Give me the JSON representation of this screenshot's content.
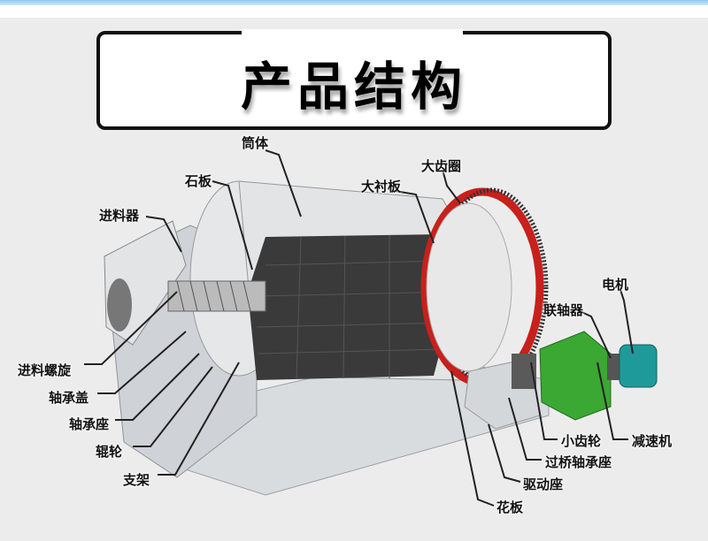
{
  "title": "产品结构",
  "labels": {
    "tongti": "筒体",
    "shiban": "石板",
    "jinliaoqi": "进料器",
    "dachiquan": "大齿圈",
    "dachenban": "大衬板",
    "dianji": "电机",
    "lianzhouqi": "联轴器",
    "jinliaoluoxuan": "进料螺旋",
    "zhouchenggai": "轴承盖",
    "zhouchengzuo": "轴承座",
    "gunlun": "辊轮",
    "zhijia": "支架",
    "xiaochilun": "小齿轮",
    "jiansuji": "减速机",
    "guoqiaozhouchengzuo": "过桥轴承座",
    "qudongzuo": "驱动座",
    "huaban": "花板"
  },
  "colors": {
    "gear": "#c8201c",
    "reducer": "#3aa832",
    "motor": "#1f9a9a"
  }
}
